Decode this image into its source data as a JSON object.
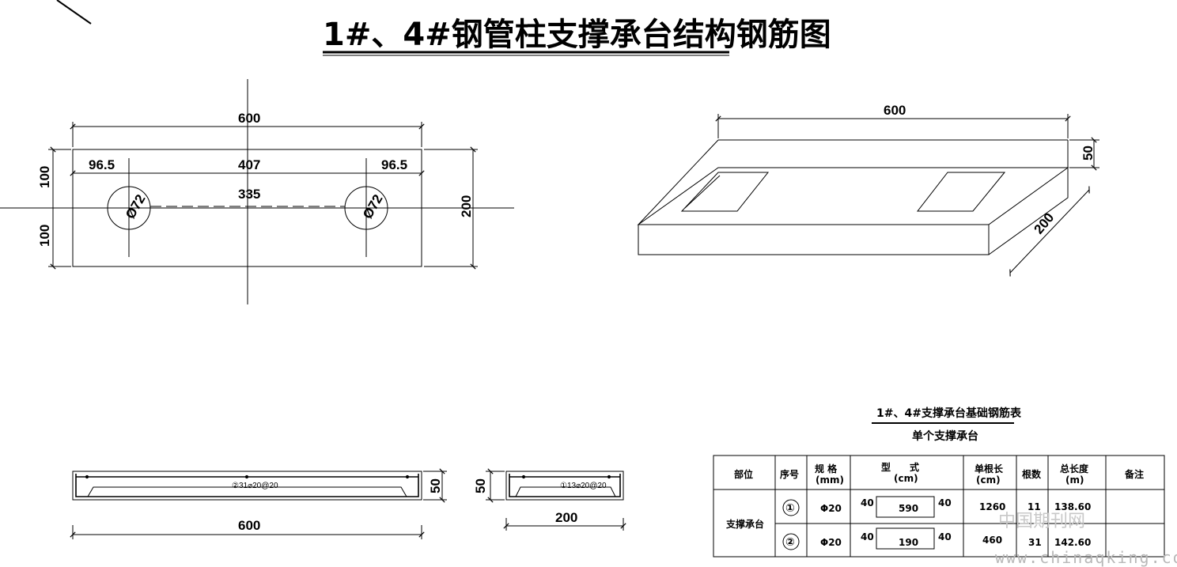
{
  "title": "1#、4#钢管柱支撑承台结构钢筋图",
  "plan": {
    "overall_width": "600",
    "left_offset": "96.5",
    "center_span": "407",
    "right_offset": "96.5",
    "hole_spacing": "335",
    "hole_left": "Ø72",
    "hole_right": "Ø72",
    "half_height_top": "100",
    "half_height_bottom": "100",
    "total_height": "200"
  },
  "iso": {
    "length": "600",
    "thickness": "50",
    "width": "200"
  },
  "section_long": {
    "rebar_label": "②31⌀20@20",
    "height": "50",
    "length": "600"
  },
  "section_short": {
    "rebar_label": "①13⌀20@20",
    "height": "50",
    "length": "200"
  },
  "table": {
    "title": "1#、4#支撑承台基础钢筋表",
    "subtitle": "单个支撑承台",
    "headers": {
      "part": "部位",
      "seq": "序号",
      "spec": "规 格",
      "spec_unit": "(mm)",
      "shape": "型　　式",
      "shape_unit": "(cm)",
      "unit_len": "单根长",
      "unit_len_unit": "(cm)",
      "count": "根数",
      "total_len": "总长度",
      "total_len_unit": "(m)",
      "note": "备注"
    },
    "part_name": "支撑承台",
    "rows": [
      {
        "seq": "①",
        "spec": "Φ20",
        "hook_left": "40",
        "mid": "590",
        "hook_right": "40",
        "unit_len": "1260",
        "count": "11",
        "total": "138.60"
      },
      {
        "seq": "②",
        "spec": "Φ20",
        "hook_left": "40",
        "mid": "190",
        "hook_right": "40",
        "unit_len": "460",
        "count": "31",
        "total": "142.60"
      }
    ]
  },
  "watermark": {
    "cn": "中国期刊网",
    "url": "www.chinaqking.com"
  }
}
